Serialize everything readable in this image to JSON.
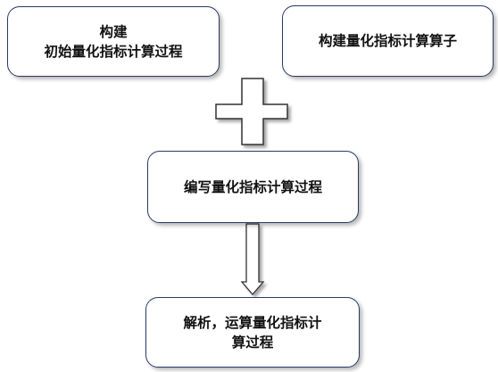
{
  "diagram": {
    "nodes": [
      {
        "id": "node-1",
        "lines": [
          "构建",
          "初始量化指标计算过程"
        ]
      },
      {
        "id": "node-2",
        "lines": [
          "构建量化指标计算算子"
        ]
      },
      {
        "id": "node-3",
        "lines": [
          "编写量化指标计算过程"
        ]
      },
      {
        "id": "node-4",
        "lines": [
          "解析，运算量化指标计",
          "算过程"
        ]
      }
    ],
    "connectors": [
      {
        "type": "plus",
        "joins": [
          "node-1",
          "node-2"
        ],
        "result": "node-3"
      },
      {
        "type": "arrow",
        "from": "node-3",
        "to": "node-4"
      }
    ],
    "colors": {
      "border": "#2a3a66",
      "shape_fill": "#ffffff",
      "shape_stroke": "#333333"
    }
  }
}
